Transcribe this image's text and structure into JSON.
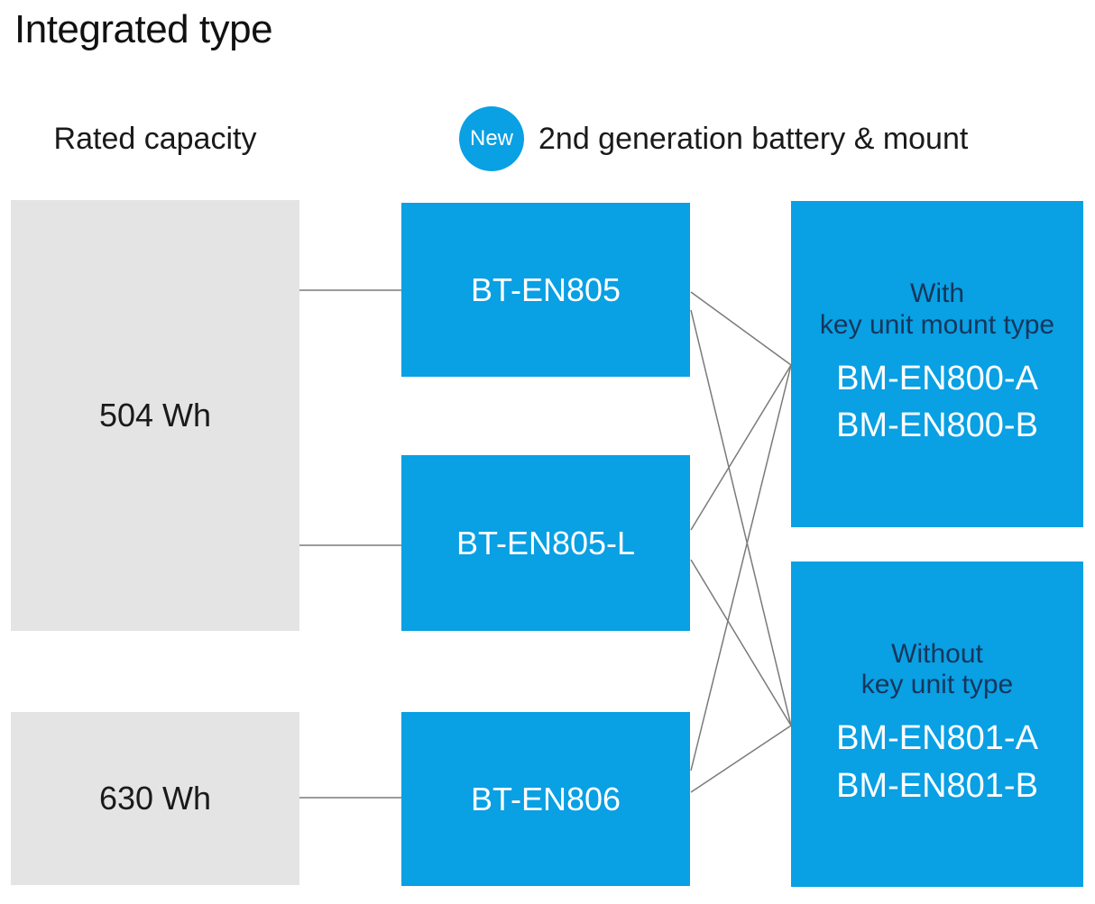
{
  "title": "Integrated type",
  "header": {
    "rated_capacity_label": "Rated capacity",
    "new_badge": "New",
    "generation_label": "2nd generation battery & mount"
  },
  "capacities": [
    {
      "label": "504 Wh"
    },
    {
      "label": "630 Wh"
    }
  ],
  "batteries": [
    {
      "label": "BT-EN805"
    },
    {
      "label": "BT-EN805-L"
    },
    {
      "label": "BT-EN806"
    }
  ],
  "mounts": [
    {
      "type_line1": "With",
      "type_line2": "key unit mount type",
      "models": [
        "BM-EN800-A",
        "BM-EN800-B"
      ]
    },
    {
      "type_line1": "Without",
      "type_line2": "key unit type",
      "models": [
        "BM-EN801-A",
        "BM-EN801-B"
      ]
    }
  ],
  "connections": [
    {
      "from": "504 Wh",
      "to": "BT-EN805"
    },
    {
      "from": "504 Wh",
      "to": "BT-EN805-L"
    },
    {
      "from": "630 Wh",
      "to": "BT-EN806"
    },
    {
      "from": "BT-EN805",
      "to": "With key unit mount type"
    },
    {
      "from": "BT-EN805",
      "to": "Without key unit type"
    },
    {
      "from": "BT-EN805-L",
      "to": "With key unit mount type"
    },
    {
      "from": "BT-EN805-L",
      "to": "Without key unit type"
    },
    {
      "from": "BT-EN806",
      "to": "With key unit mount type"
    },
    {
      "from": "BT-EN806",
      "to": "Without key unit type"
    }
  ],
  "colors": {
    "accent_blue": "#09A0E4",
    "box_gray": "#E4E4E4",
    "connector_gray": "#7A7A7A",
    "mount_type_navy": "#16365B",
    "text_black": "#1A1A1A",
    "box_text_white": "#FFFFFF"
  }
}
